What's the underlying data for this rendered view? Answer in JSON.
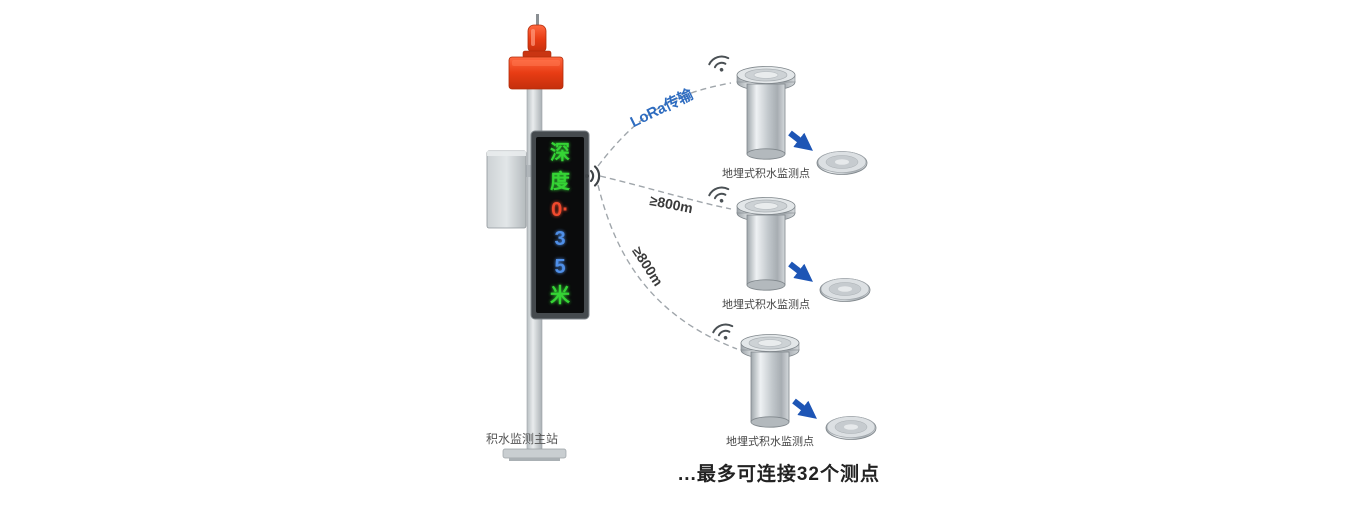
{
  "main_station": {
    "label": "积水监测主站",
    "display": {
      "lines": [
        {
          "text": "深",
          "color": "#35d435"
        },
        {
          "text": "度",
          "color": "#35d435"
        },
        {
          "text": "0·",
          "color": "#f04a2e"
        },
        {
          "text": "3",
          "color": "#4f8fe8"
        },
        {
          "text": "5",
          "color": "#4f8fe8"
        },
        {
          "text": "米",
          "color": "#35d435"
        }
      ]
    }
  },
  "links": {
    "lora_label": "LoRa传输",
    "lora_color": "#2e6cc0",
    "range_mid": "≥800m",
    "range_bottom": "≥800m"
  },
  "sensors": [
    {
      "label": "地埋式积水监测点"
    },
    {
      "label": "地埋式积水监测点"
    },
    {
      "label": "地埋式积水监测点"
    }
  ],
  "caption": "...最多可连接32个测点",
  "colors": {
    "arrow_blue": "#1d55b5",
    "alarm_red": "#e23a14",
    "led_background": "#0a0b0c",
    "link_dash": "#a0a6ab"
  }
}
